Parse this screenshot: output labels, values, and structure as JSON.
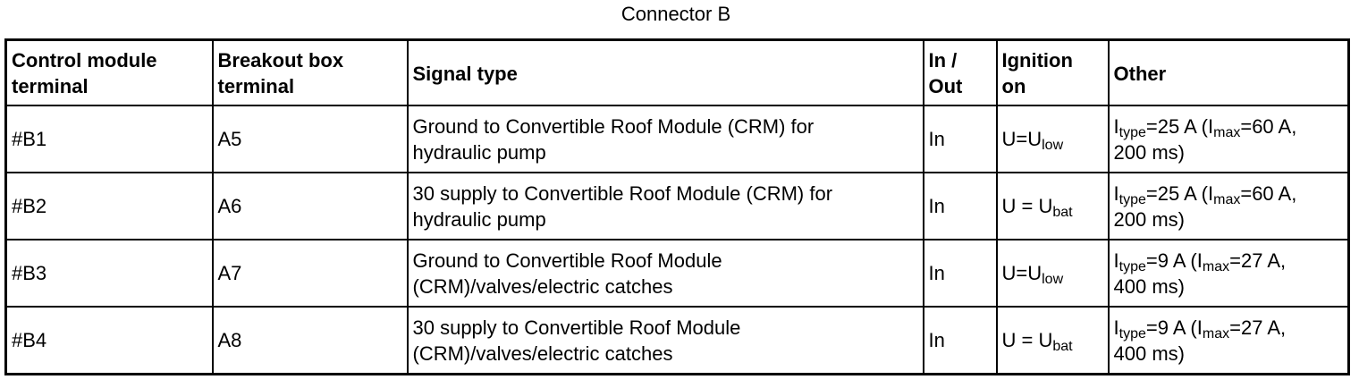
{
  "title": "Connector B",
  "table": {
    "headers": [
      [
        "Control module",
        "terminal"
      ],
      [
        "Breakout box",
        "terminal"
      ],
      [
        "Signal type"
      ],
      [
        "In /",
        "Out"
      ],
      [
        "Ignition",
        "on"
      ],
      [
        "Other"
      ]
    ],
    "rows": [
      {
        "module_terminal": "#B1",
        "breakout_terminal": "A5",
        "signal": [
          "Ground to Convertible Roof Module (CRM) for",
          "hydraulic pump"
        ],
        "direction": "In",
        "ignition": {
          "lhs": "U=U",
          "sub": "low"
        },
        "other": {
          "i": "I",
          "type_sub": "type",
          "type_val": "=25 A (I",
          "max_sub": "max",
          "max_val": "=60 A,",
          "line2": "200 ms)"
        }
      },
      {
        "module_terminal": "#B2",
        "breakout_terminal": "A6",
        "signal": [
          "30 supply to Convertible Roof Module (CRM) for",
          "hydraulic pump"
        ],
        "direction": "In",
        "ignition": {
          "lhs": "U = U",
          "sub": "bat"
        },
        "other": {
          "i": "I",
          "type_sub": "type",
          "type_val": "=25 A (I",
          "max_sub": "max",
          "max_val": "=60 A,",
          "line2": "200 ms)"
        }
      },
      {
        "module_terminal": "#B3",
        "breakout_terminal": "A7",
        "signal": [
          "Ground to Convertible Roof Module",
          "(CRM)/valves/electric catches"
        ],
        "direction": "In",
        "ignition": {
          "lhs": "U=U",
          "sub": "low"
        },
        "other": {
          "i": "I",
          "type_sub": "type",
          "type_val": "=9 A (I",
          "max_sub": "max",
          "max_val": "=27 A,",
          "line2": "400 ms)"
        }
      },
      {
        "module_terminal": "#B4",
        "breakout_terminal": "A8",
        "signal": [
          "30 supply to Convertible Roof Module",
          "(CRM)/valves/electric catches"
        ],
        "direction": "In",
        "ignition": {
          "lhs": "U = U",
          "sub": "bat"
        },
        "other": {
          "i": "I",
          "type_sub": "type",
          "type_val": "=9 A (I",
          "max_sub": "max",
          "max_val": "=27 A,",
          "line2": "400 ms)"
        }
      }
    ]
  }
}
